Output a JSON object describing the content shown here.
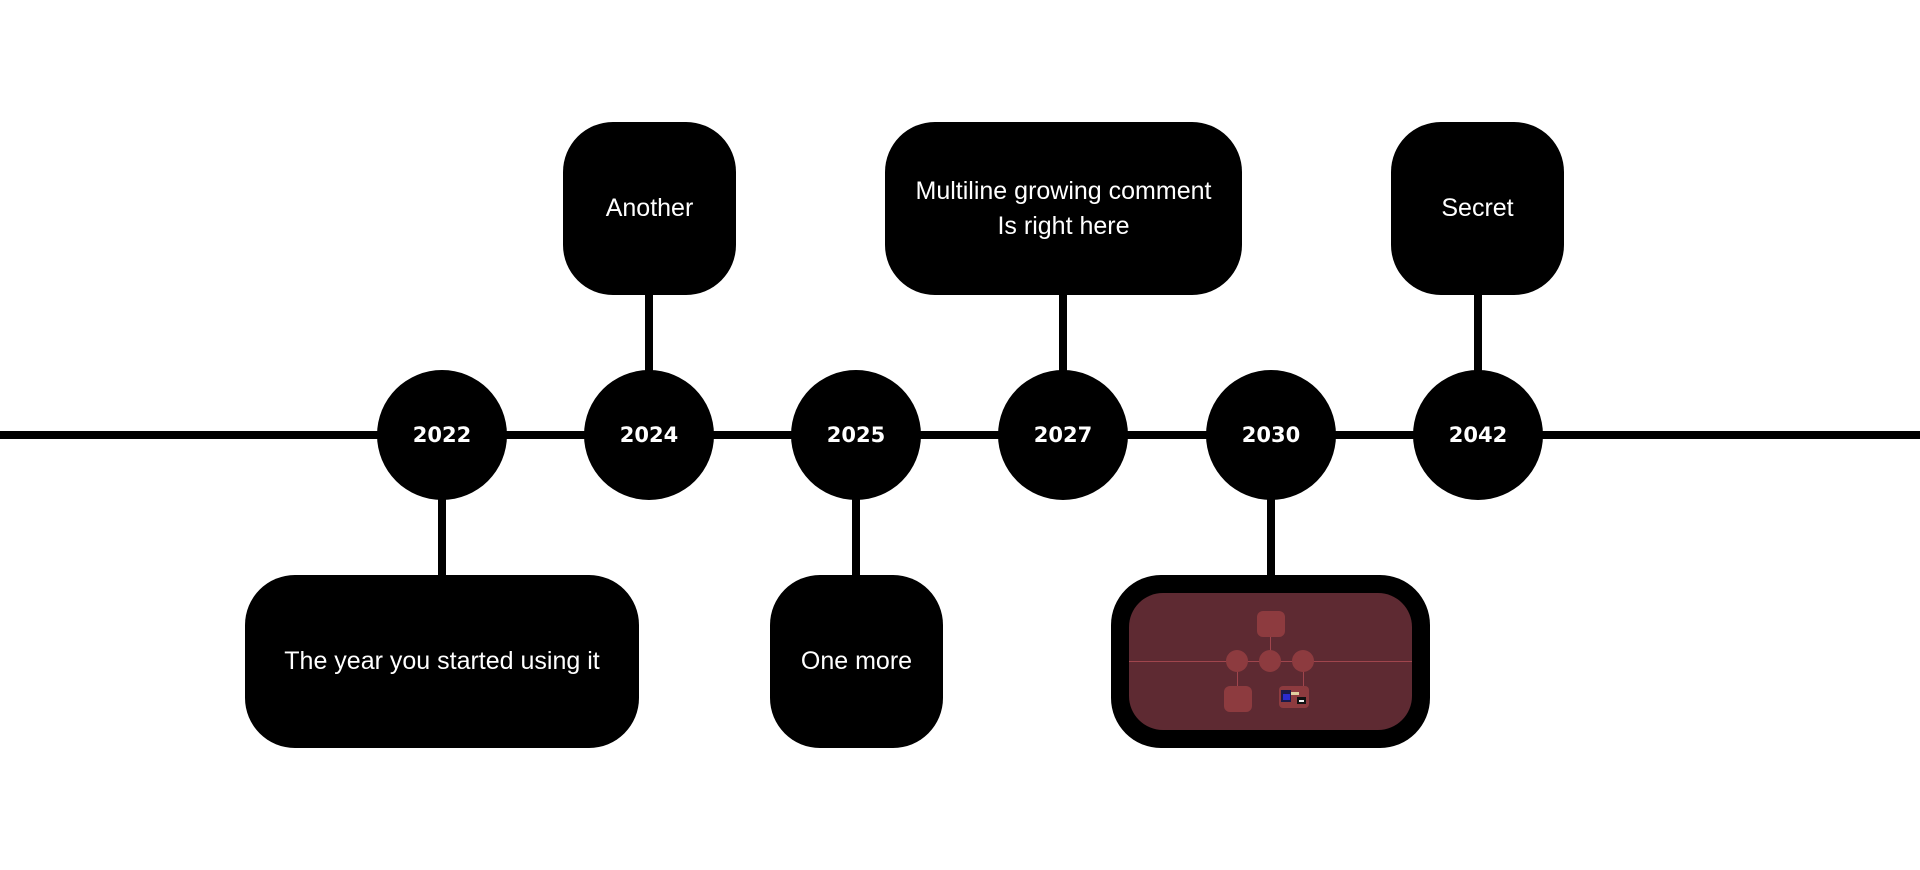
{
  "timeline": {
    "nodes": [
      {
        "year": "2022"
      },
      {
        "year": "2024"
      },
      {
        "year": "2025"
      },
      {
        "year": "2027"
      },
      {
        "year": "2030"
      },
      {
        "year": "2042"
      }
    ],
    "comments": {
      "c2022": "The year you started using it",
      "c2024": "Another",
      "c2025": "One more",
      "c2027": "Multiline growing comment\nIs right here",
      "c2042": "Secret"
    },
    "preview": {
      "background": "#5e2a32",
      "accent": "#8d3b3f"
    }
  },
  "colors": {
    "background": "#ffffff",
    "ink": "#000000",
    "text": "#ffffff"
  }
}
